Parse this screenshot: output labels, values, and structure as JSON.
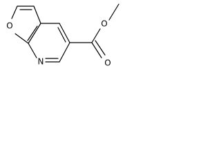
{
  "atoms": {
    "furan_oxygen": "O",
    "pyridine_nitrogen": "N",
    "carbonyl_oxygen": "O",
    "ester_oxygen": "O"
  },
  "colors": {
    "bond": "#000000",
    "label": "#000000",
    "background": "#ffffff"
  }
}
